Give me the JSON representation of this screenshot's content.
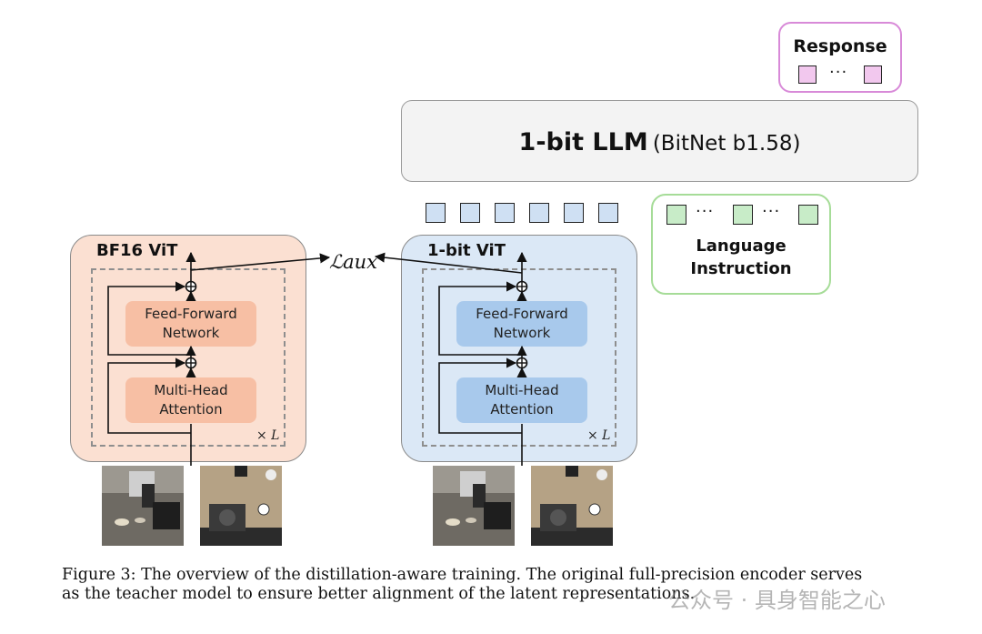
{
  "response": {
    "title": "Response",
    "dots": "···"
  },
  "llm": {
    "title_bold": "1-bit LLM",
    "title_rest": "(BitNet b1.58)"
  },
  "language_instruction": {
    "line1": "Language",
    "line2": "Instruction",
    "dots": "···"
  },
  "aux_loss_label": "ℒaux",
  "bf16_vit": {
    "title": "BF16 ViT",
    "ffn_line1": "Feed-Forward",
    "ffn_line2": "Network",
    "mha_line1": "Multi-Head",
    "mha_line2": "Attention",
    "repeat": "× L"
  },
  "bit_vit": {
    "title": "1-bit ViT",
    "ffn_line1": "Feed-Forward",
    "ffn_line2": "Network",
    "mha_line1": "Multi-Head",
    "mha_line2": "Attention",
    "repeat": "× L"
  },
  "caption": {
    "line1": "Figure 3: The overview of the distillation-aware training. The original full-precision encoder serves",
    "line2": "as the teacher model to ensure better alignment of the latent representations."
  },
  "watermark": "公众号 · 具身智能之心",
  "colors": {
    "response_border": "#d88ad8",
    "token_pink": "#f2c8ee",
    "token_blue": "#cfe0f3",
    "token_green": "#c8ecc8",
    "lang_border": "#a6dc98",
    "bf16_bg": "#fbe0d2",
    "bit_bg": "#dbe8f6",
    "block_orange": "#f7bfa4",
    "block_blue": "#a8c9ec"
  }
}
